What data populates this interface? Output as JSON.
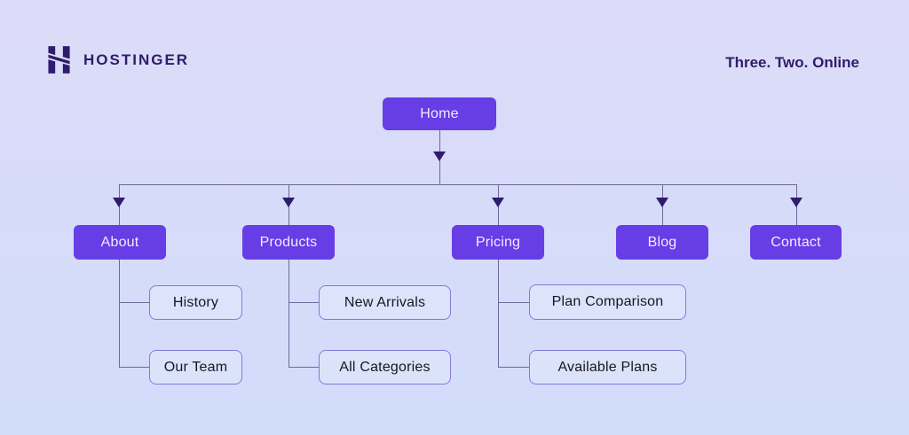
{
  "header": {
    "brand": "HOSTINGER",
    "tagline": "Three. Two. Online",
    "logo_icon": "hostinger-h-logo"
  },
  "sitemap": {
    "root": {
      "label": "Home"
    },
    "sections": [
      {
        "id": "about",
        "label": "About",
        "children": [
          "History",
          "Our Team"
        ]
      },
      {
        "id": "products",
        "label": "Products",
        "children": [
          "New Arrivals",
          "All Categories"
        ]
      },
      {
        "id": "pricing",
        "label": "Pricing",
        "children": [
          "Plan Comparison",
          "Available Plans"
        ]
      },
      {
        "id": "blog",
        "label": "Blog",
        "children": []
      },
      {
        "id": "contact",
        "label": "Contact",
        "children": []
      }
    ]
  },
  "colors": {
    "accent_purple": "#673DE6",
    "dark_purple": "#2F1C6A",
    "connector_line": "#6b6a99",
    "background_top": "#dddcf8",
    "background_bottom": "#d2ddfb",
    "leaf_border": "#8578d8",
    "leaf_text": "#17171f",
    "button_text": "#F1EDFF"
  }
}
